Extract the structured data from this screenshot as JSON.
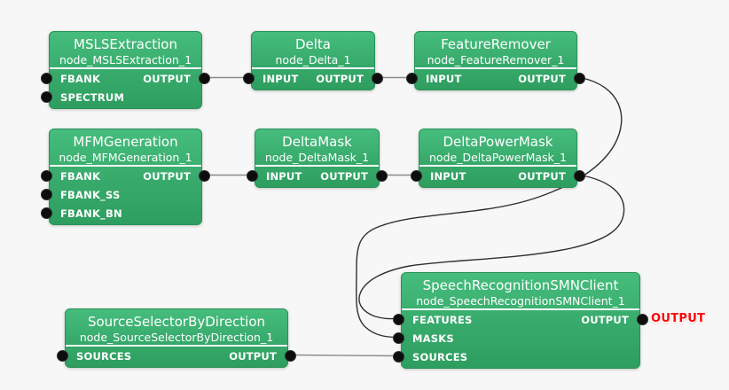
{
  "colors": {
    "canvas_bg": "#f7f7f7",
    "node_green_top": "#46bd7d",
    "node_green_bottom": "#2e9e5f",
    "node_text": "#ffffff",
    "port": "#0d0d0d",
    "wire_straight": "#8a8a8a",
    "wire_curved": "#303030",
    "external_output_red": "#ff0000"
  },
  "nodes": [
    {
      "title": "MSLSExtraction",
      "name": "node_MSLSExtraction_1",
      "inputs": [
        "FBANK",
        "SPECTRUM"
      ],
      "outputs": [
        "OUTPUT"
      ]
    },
    {
      "title": "Delta",
      "name": "node_Delta_1",
      "inputs": [
        "INPUT"
      ],
      "outputs": [
        "OUTPUT"
      ]
    },
    {
      "title": "FeatureRemover",
      "name": "node_FeatureRemover_1",
      "inputs": [
        "INPUT"
      ],
      "outputs": [
        "OUTPUT"
      ]
    },
    {
      "title": "MFMGeneration",
      "name": "node_MFMGeneration_1",
      "inputs": [
        "FBANK",
        "FBANK_SS",
        "FBANK_BN"
      ],
      "outputs": [
        "OUTPUT"
      ]
    },
    {
      "title": "DeltaMask",
      "name": "node_DeltaMask_1",
      "inputs": [
        "INPUT"
      ],
      "outputs": [
        "OUTPUT"
      ]
    },
    {
      "title": "DeltaPowerMask",
      "name": "node_DeltaPowerMask_1",
      "inputs": [
        "INPUT"
      ],
      "outputs": [
        "OUTPUT"
      ]
    },
    {
      "title": "SpeechRecognitionSMNClient",
      "name": "node_SpeechRecognitionSMNClient_1",
      "inputs": [
        "FEATURES",
        "MASKS",
        "SOURCES"
      ],
      "outputs": [
        "OUTPUT"
      ]
    },
    {
      "title": "SourceSelectorByDirection",
      "name": "node_SourceSelectorByDirection_1",
      "inputs": [
        "SOURCES"
      ],
      "outputs": [
        "OUTPUT"
      ]
    }
  ],
  "connections": [
    {
      "from": "node_MSLSExtraction_1.OUTPUT",
      "to": "node_Delta_1.INPUT"
    },
    {
      "from": "node_Delta_1.OUTPUT",
      "to": "node_FeatureRemover_1.INPUT"
    },
    {
      "from": "node_MFMGeneration_1.OUTPUT",
      "to": "node_DeltaMask_1.INPUT"
    },
    {
      "from": "node_DeltaMask_1.OUTPUT",
      "to": "node_DeltaPowerMask_1.INPUT"
    },
    {
      "from": "node_FeatureRemover_1.OUTPUT",
      "to": "node_SpeechRecognitionSMNClient_1.MASKS"
    },
    {
      "from": "node_DeltaPowerMask_1.OUTPUT",
      "to": "node_SpeechRecognitionSMNClient_1.FEATURES"
    },
    {
      "from": "node_SourceSelectorByDirection_1.OUTPUT",
      "to": "node_SpeechRecognitionSMNClient_1.SOURCES"
    }
  ],
  "external_output": {
    "label": "OUTPUT"
  }
}
